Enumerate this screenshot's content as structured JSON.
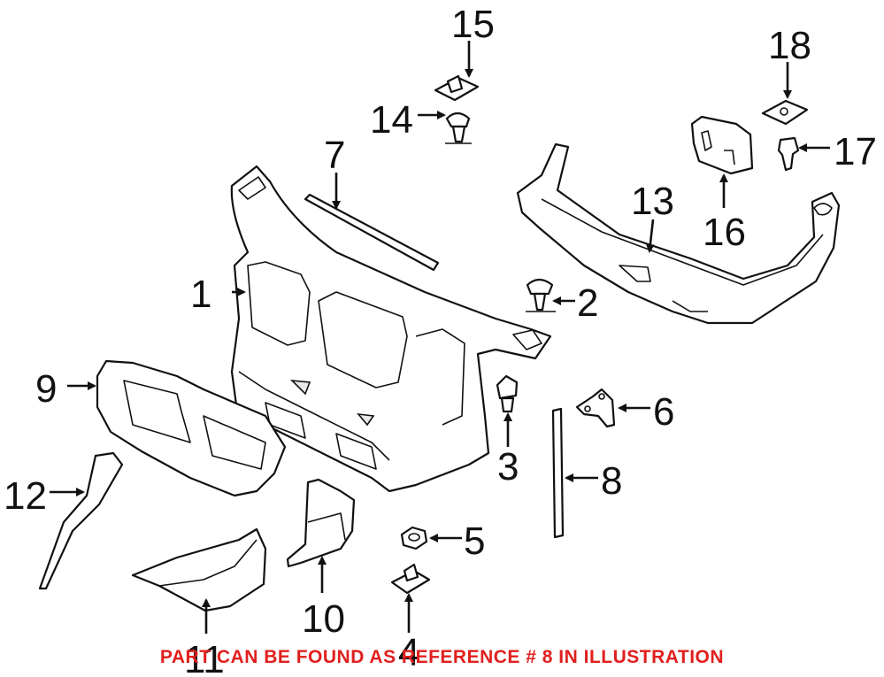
{
  "callouts": {
    "c1": "1",
    "c2": "2",
    "c3": "3",
    "c4": "4",
    "c5": "5",
    "c6": "6",
    "c7": "7",
    "c8": "8",
    "c9": "9",
    "c10": "10",
    "c11": "11",
    "c12": "12",
    "c13": "13",
    "c14": "14",
    "c15": "15",
    "c16": "16",
    "c17": "17",
    "c18": "18"
  },
  "footnote": "PART CAN BE FOUND AS REFERENCE # 8 IN ILLUSTRATION",
  "colors": {
    "footnote": "#e0201e",
    "line": "#111111"
  }
}
